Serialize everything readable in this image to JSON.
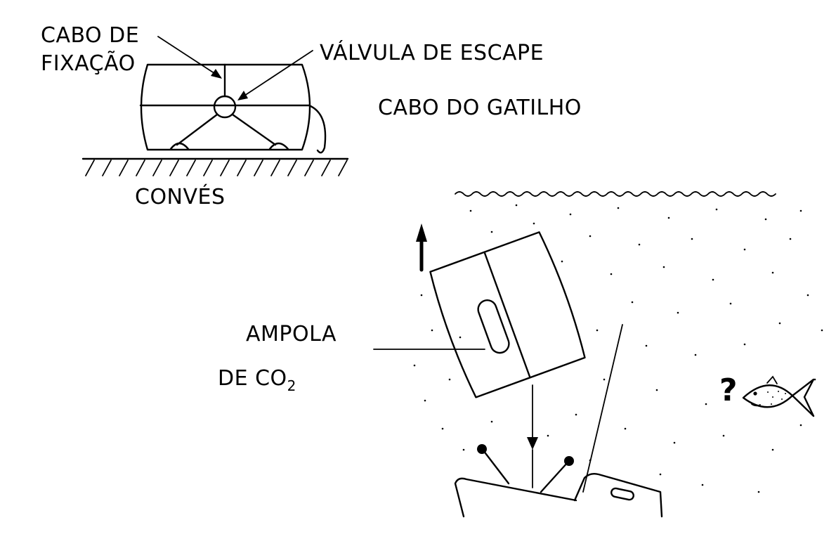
{
  "labels": {
    "cabo_de_fixacao_line1": "CABO DE",
    "cabo_de_fixacao_line2": "FIXAÇÃO",
    "valvula_de_escape": "VÁLVULA DE ESCAPE",
    "cabo_do_gatilho": "CABO DO GATILHO",
    "conves": "CONVÉS",
    "ampola_line1": "AMPOLA",
    "ampola_line2_prefix": "DE CO",
    "ampola_line2_subscript": "2",
    "question_mark": "?"
  },
  "colors": {
    "ink": "#000000",
    "paper": "#ffffff"
  }
}
